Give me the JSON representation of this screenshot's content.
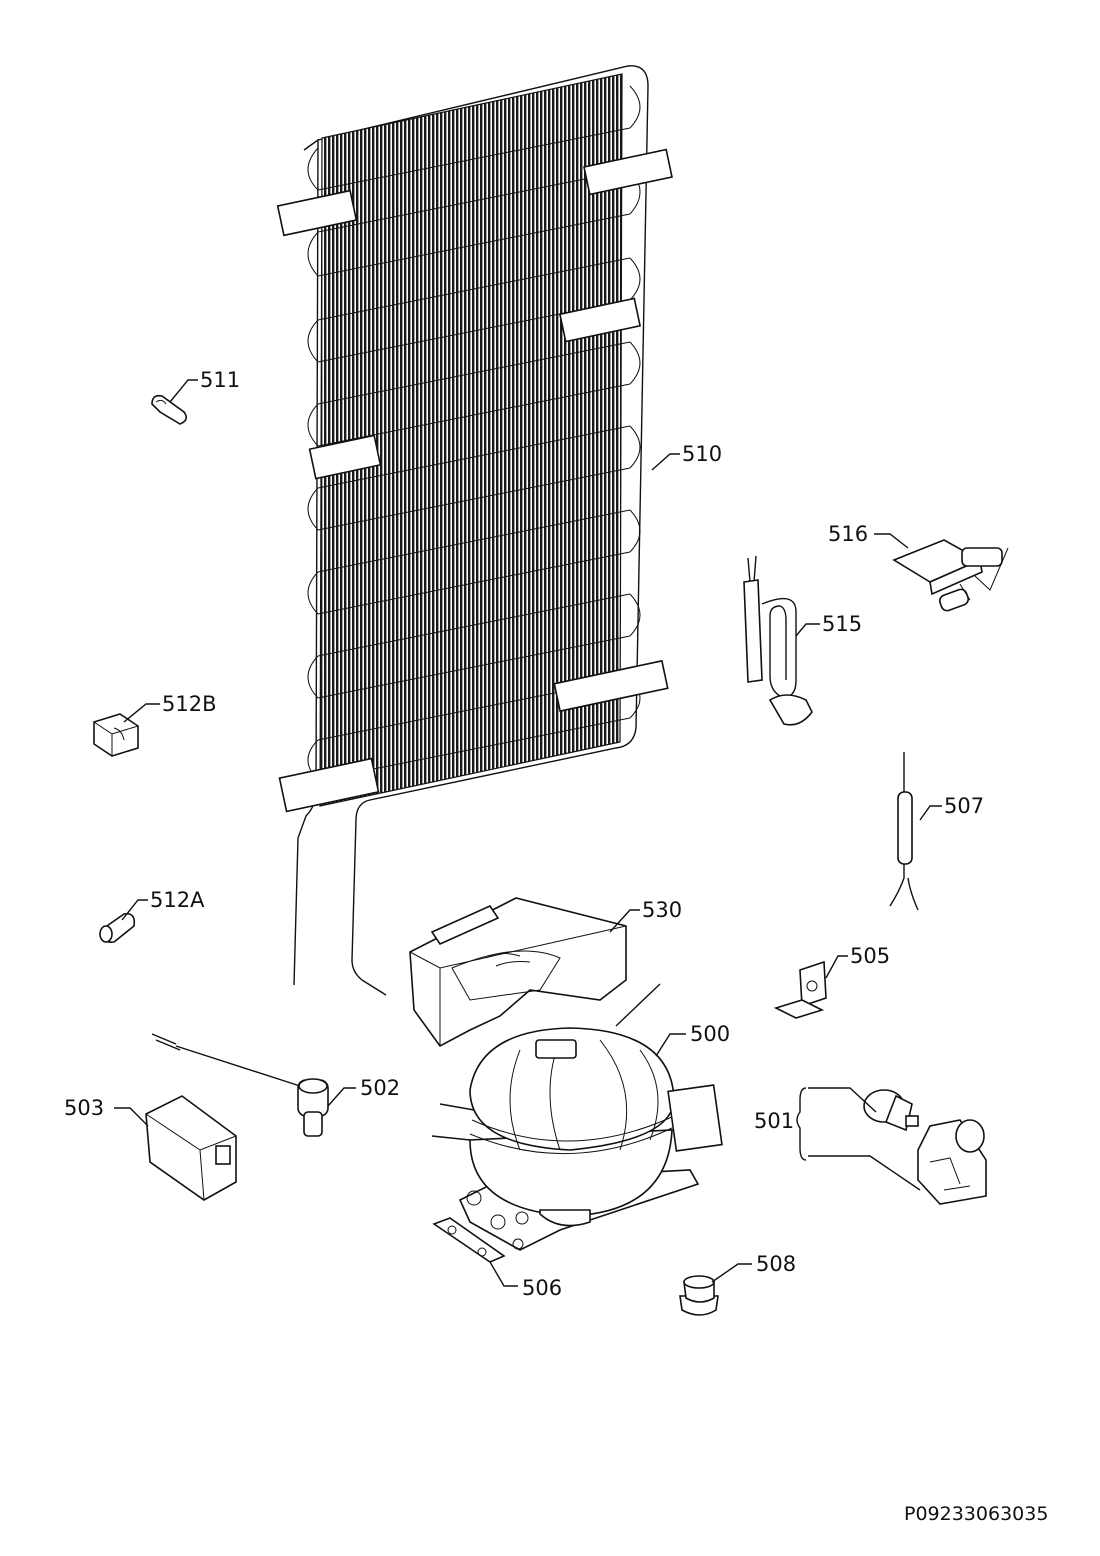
{
  "diagram": {
    "part_labels": [
      {
        "id": "511",
        "text": "511"
      },
      {
        "id": "510",
        "text": "510"
      },
      {
        "id": "516",
        "text": "516"
      },
      {
        "id": "515",
        "text": "515"
      },
      {
        "id": "512B",
        "text": "512B"
      },
      {
        "id": "507",
        "text": "507"
      },
      {
        "id": "512A",
        "text": "512A"
      },
      {
        "id": "530",
        "text": "530"
      },
      {
        "id": "505",
        "text": "505"
      },
      {
        "id": "500",
        "text": "500"
      },
      {
        "id": "502",
        "text": "502"
      },
      {
        "id": "503",
        "text": "503"
      },
      {
        "id": "501",
        "text": "501"
      },
      {
        "id": "506",
        "text": "506"
      },
      {
        "id": "508",
        "text": "508"
      }
    ],
    "drawing_code": "P09233063035"
  }
}
